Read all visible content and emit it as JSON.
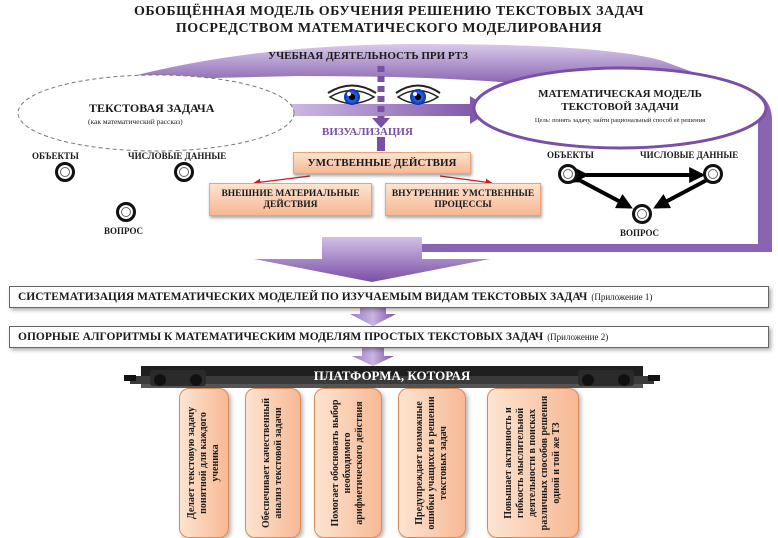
{
  "title": {
    "line1": "ОБОБЩЁННАЯ  МОДЕЛЬ  ОБУЧЕНИЯ РЕШЕНИЮ ТЕКСТОВЫХ  ЗАДАЧ",
    "line2": "ПОСРЕДСТВОМ  МАТЕМАТИЧЕСКОГО МОДЕЛИРОВАНИЯ"
  },
  "learning_activity": "УЧЕБНАЯ ДЕЯТЕЛЬНОСТЬ ПРИ РТЗ",
  "text_problem": {
    "title": "ТЕКСТОВАЯ  ЗАДАЧА",
    "subtitle": "(как математический  рассказ)",
    "objects": "ОБЪЕКТЫ",
    "numeric_data": "ЧИСЛОВЫЕ  ДАННЫЕ",
    "question": "ВОПРОС"
  },
  "math_model": {
    "title_line1": "МАТЕМАТИЧЕСКАЯ МОДЕЛЬ",
    "title_line2": "ТЕКСТОВОЙ ЗАДАЧИ",
    "goal": "Цель: понять задачу, найти рациональный способ её решения",
    "objects": "ОБЪЕКТЫ",
    "numeric_data": "ЧИСЛОВЫЕ  ДАННЫЕ",
    "question": "ВОПРОС"
  },
  "visualization": "ВИЗУАЛИЗАЦИЯ",
  "mental_actions": "УМСТВЕННЫЕ ДЕЙСТВИЯ",
  "external_actions": "ВНЕШНИЕ МАТЕРИАЛЬНЫЕ ДЕЙСТВИЯ",
  "internal_processes": "ВНУТРЕННИЕ УМСТВЕННЫЕ ПРОЦЕССЫ",
  "systematization": {
    "text": "СИСТЕМАТИЗАЦИЯ  МАТЕМАТИЧЕСКИХ  МОДЕЛЕЙ  ПО  ИЗУЧАЕМЫМ  ВИДАМ  ТЕКСТОВЫХ  ЗАДАЧ",
    "appendix": "(Приложение 1)"
  },
  "algorithms": {
    "text": "ОПОРНЫЕ  АЛГОРИТМЫ  К МАТЕМАТИЧЕСКИМ  МОДЕЛЯМ  ПРОСТЫХ  ТЕКСТОВЫХ  ЗАДАЧ",
    "appendix": "(Приложение 2)"
  },
  "platform": "ПЛАТФОРМА, КОТОРАЯ",
  "cards": [
    "Делает текстовую задачу понятной для каждого ученика",
    "Обеспечивает качественный анализ текстовой задачи",
    "Помогает обосновать выбор необходимого арифметического действия",
    "Предупреждает возможные ошибки учащихся в решении текстовых задач",
    "Повышает активность и гибкость мыслительной деятельности в поисках различных способов решения одной и той же ТЗ"
  ],
  "colors": {
    "purple": "#7a4fa6",
    "purple_light": "#b79bd4",
    "peach": "#f6b894",
    "arrow_red": "#cc1e1e",
    "eye_blue": "#1b4fd8"
  }
}
